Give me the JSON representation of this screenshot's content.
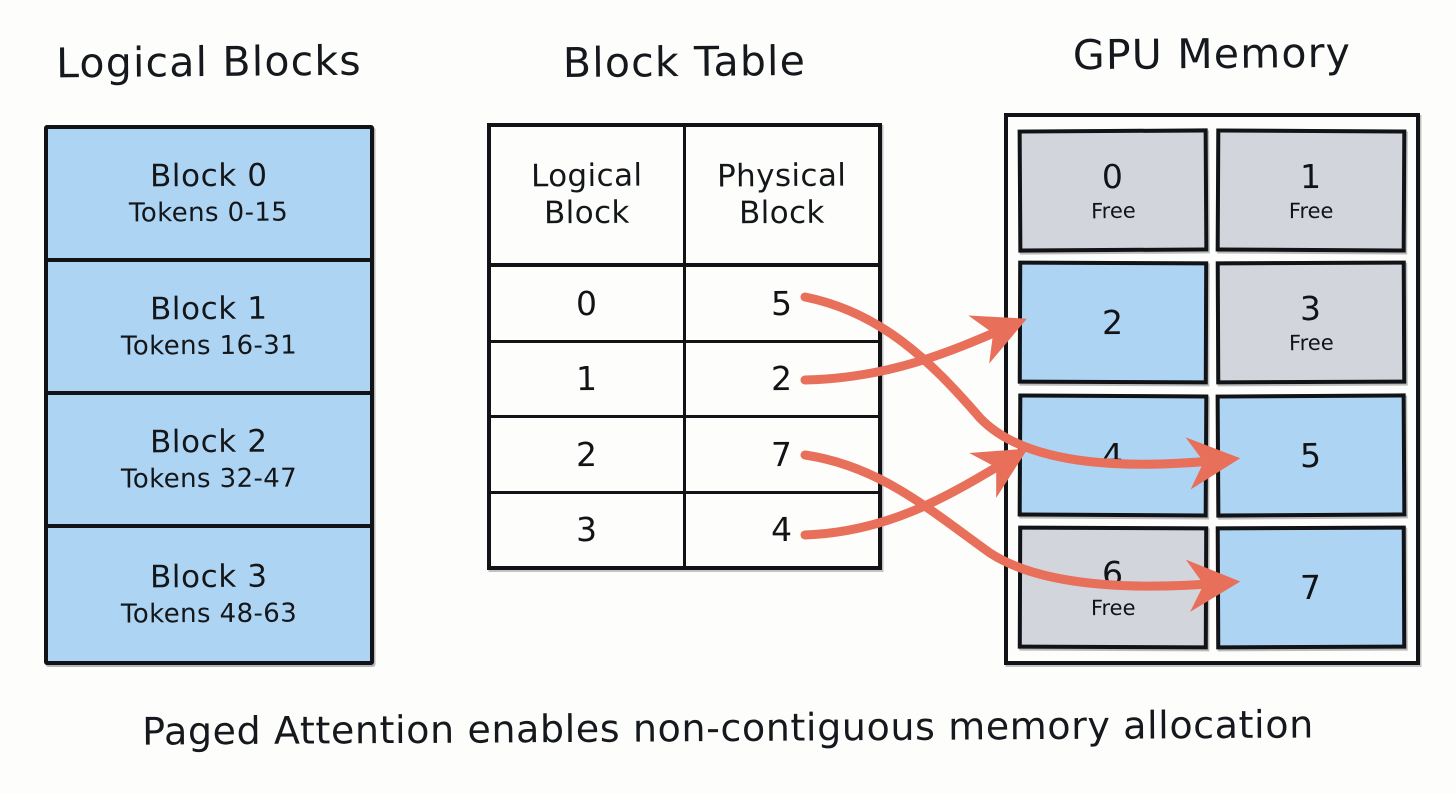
{
  "palette": {
    "background": "#fdfdfc",
    "ink": "#111316",
    "block_blue": "#aed4f4",
    "free_gray": "#d2d6dc",
    "arrow": "#e8705a"
  },
  "columns": {
    "logical": {
      "title": "Logical Blocks"
    },
    "table": {
      "title": "Block Table"
    },
    "gpu": {
      "title": "GPU Memory"
    }
  },
  "logical_blocks": [
    {
      "name": "Block 0",
      "tokens": "Tokens 0-15"
    },
    {
      "name": "Block 1",
      "tokens": "Tokens 16-31"
    },
    {
      "name": "Block 2",
      "tokens": "Tokens 32-47"
    },
    {
      "name": "Block 3",
      "tokens": "Tokens 48-63"
    }
  ],
  "block_table": {
    "headers": {
      "logical_line1": "Logical",
      "logical_line2": "Block",
      "physical_line1": "Physical",
      "physical_line2": "Block"
    },
    "rows": [
      {
        "logical": "0",
        "physical": "5"
      },
      {
        "logical": "1",
        "physical": "2"
      },
      {
        "logical": "2",
        "physical": "7"
      },
      {
        "logical": "3",
        "physical": "4"
      }
    ]
  },
  "gpu_memory": {
    "free_label": "Free",
    "cells": [
      {
        "id": "0",
        "state": "Free",
        "used": false
      },
      {
        "id": "1",
        "state": "Free",
        "used": false
      },
      {
        "id": "2",
        "state": "",
        "used": true
      },
      {
        "id": "3",
        "state": "Free",
        "used": false
      },
      {
        "id": "4",
        "state": "",
        "used": true
      },
      {
        "id": "5",
        "state": "",
        "used": true
      },
      {
        "id": "6",
        "state": "Free",
        "used": false
      },
      {
        "id": "7",
        "state": "",
        "used": true
      }
    ]
  },
  "mappings": [
    {
      "from_logical": "0",
      "to_physical": "5"
    },
    {
      "from_logical": "1",
      "to_physical": "2"
    },
    {
      "from_logical": "2",
      "to_physical": "7"
    },
    {
      "from_logical": "3",
      "to_physical": "4"
    }
  ],
  "caption": "Paged Attention enables non-contiguous memory allocation"
}
